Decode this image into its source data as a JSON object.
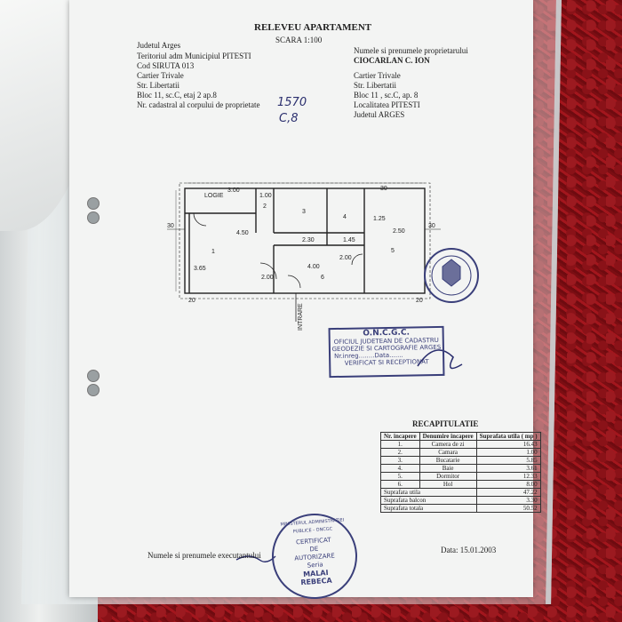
{
  "title": "RELEVEU APARTAMENT",
  "scale": "SCARA 1:100",
  "left_block": {
    "county": "Judetul Arges",
    "territory": "Teritoriul adm Municipiul PITESTI",
    "siruta": "Cod SIRUTA 013",
    "district": "Cartier Trivale",
    "street": "Str.      Libertatii",
    "block": "Bloc 11, sc.C, etaj 2 ap.8",
    "cadastral": "Nr. cadastral al corpului de proprietate"
  },
  "handwritten": {
    "number_top": "1570",
    "number_bottom": "C,8"
  },
  "right_block": {
    "owner_label": "Numele si prenumele proprietarului",
    "owner": "CIOCARLAN C. ION",
    "district": "Cartier Trivale",
    "street": "Str.      Libertatii",
    "block": "Bloc 11 , sc.C, ap. 8",
    "locality": "Localitatea  PITESTI",
    "county": "Judetul     ARGES"
  },
  "plan": {
    "logie": "LOGIE",
    "entry": "INTRARE",
    "rooms": [
      "1",
      "2",
      "3",
      "4",
      "5",
      "6"
    ],
    "dims": [
      "3.00",
      "4.50",
      "2.30",
      "1.45",
      "2.50",
      "4.00",
      "3.65",
      "1.25",
      "1.00",
      "2.00",
      "2.00",
      "30",
      "30",
      "20",
      "20",
      "30"
    ]
  },
  "oncgc_stamp": {
    "title": "O.N.C.G.C.",
    "line1": "OFICIUL JUDETEAN DE CADASTRU",
    "line2": "GEODEZIE SI CARTOGRAFIE ARGES",
    "line3": "Nr.inreg........Data.......",
    "line4": "VERIFICAT SI RECEPTIONAT"
  },
  "recap": {
    "title": "RECAPITULATIE",
    "headers": [
      "Nr. incapere",
      "Denumire incapere",
      "Suprafata utila ( mp )"
    ],
    "rows": [
      [
        "1.",
        "Camera de zi",
        "16.43"
      ],
      [
        "2.",
        "Camara",
        "1.00"
      ],
      [
        "3.",
        "Bucatarie",
        "5.85"
      ],
      [
        "4.",
        "Baie",
        "3.61"
      ],
      [
        "5.",
        "Dormitor",
        "12.33"
      ],
      [
        "6.",
        "Hol",
        "8.00"
      ]
    ],
    "totals": [
      [
        "Suprafata utila",
        "47.22"
      ],
      [
        "Suprafata balcon",
        "3.30"
      ],
      [
        "Suprafata totala",
        "50.52"
      ]
    ]
  },
  "footer": {
    "executor_label": "Numele si prenumele executantului",
    "date": "Data: 15.01.2003"
  },
  "round_stamp": {
    "ring": "MINISTERUL ADMINISTRATIEI PUBLICE - ONCGC",
    "line1": "CERTIFICAT",
    "line2": "DE",
    "line3": "AUTORIZARE",
    "line4": "Seria",
    "name1": "MALAI",
    "name2": "REBECA"
  },
  "colors": {
    "ink": "#222222",
    "stamp": "#3a3f7a",
    "handwriting": "#2b2f6e",
    "carpet": "#7a0d12"
  }
}
